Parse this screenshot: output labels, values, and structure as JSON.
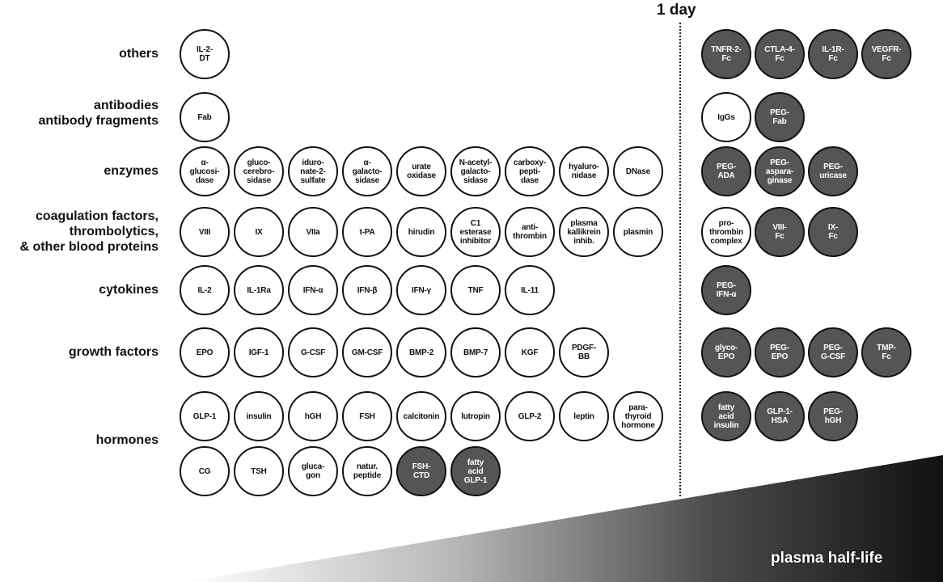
{
  "divider": {
    "label": "1 day"
  },
  "axis": {
    "label": "plasma half-life"
  },
  "colors": {
    "short_half_life_fill": "#ffffff",
    "extended_half_life_fill": "#555555",
    "outline": "#111111"
  },
  "rows": [
    {
      "label": "others",
      "left": [
        {
          "text": "IL-2-\nDT",
          "dark": false
        }
      ],
      "right": [
        {
          "text": "TNFR-2-\nFc",
          "dark": true
        },
        {
          "text": "CTLA-4-\nFc",
          "dark": true
        },
        {
          "text": "IL-1R-\nFc",
          "dark": true
        },
        {
          "text": "VEGFR-\nFc",
          "dark": true
        }
      ]
    },
    {
      "label": "antibodies\nantibody fragments",
      "left": [
        {
          "text": "Fab",
          "dark": false
        }
      ],
      "right": [
        {
          "text": "IgGs",
          "dark": false
        },
        {
          "text": "PEG-\nFab",
          "dark": true
        }
      ]
    },
    {
      "label": "enzymes",
      "left": [
        {
          "text": "α-\nglucosi-\ndase",
          "dark": false
        },
        {
          "text": "gluco-\ncerebro-\nsidase",
          "dark": false
        },
        {
          "text": "iduro-\nnate-2-\nsulfate",
          "dark": false
        },
        {
          "text": "α-\ngalacto-\nsidase",
          "dark": false
        },
        {
          "text": "urate\noxidase",
          "dark": false
        },
        {
          "text": "N-acetyl-\ngalacto-\nsidase",
          "dark": false
        },
        {
          "text": "carboxy-\npepti-\ndase",
          "dark": false
        },
        {
          "text": "hyaluro-\nnidase",
          "dark": false
        },
        {
          "text": "DNase",
          "dark": false
        }
      ],
      "right": [
        {
          "text": "PEG-\nADA",
          "dark": true
        },
        {
          "text": "PEG-\naspara-\nginase",
          "dark": true
        },
        {
          "text": "PEG-\nuricase",
          "dark": true
        }
      ]
    },
    {
      "label": "coagulation factors,\nthrombolytics,\n& other blood proteins",
      "left": [
        {
          "text": "VIII",
          "dark": false
        },
        {
          "text": "IX",
          "dark": false
        },
        {
          "text": "VIIa",
          "dark": false
        },
        {
          "text": "t-PA",
          "dark": false
        },
        {
          "text": "hirudin",
          "dark": false
        },
        {
          "text": "C1\nesterase\ninhibitor",
          "dark": false
        },
        {
          "text": "anti-\nthrombin",
          "dark": false
        },
        {
          "text": "plasma\nkallikrein\ninhib.",
          "dark": false
        },
        {
          "text": "plasmin",
          "dark": false
        }
      ],
      "right": [
        {
          "text": "pro-\nthrombin\ncomplex",
          "dark": false
        },
        {
          "text": "VIII-\nFc",
          "dark": true
        },
        {
          "text": "IX-\nFc",
          "dark": true
        }
      ]
    },
    {
      "label": "cytokines",
      "left": [
        {
          "text": "IL-2",
          "dark": false
        },
        {
          "text": "IL-1Ra",
          "dark": false
        },
        {
          "text": "IFN-α",
          "dark": false
        },
        {
          "text": "IFN-β",
          "dark": false
        },
        {
          "text": "IFN-γ",
          "dark": false
        },
        {
          "text": "TNF",
          "dark": false
        },
        {
          "text": "IL-11",
          "dark": false
        }
      ],
      "right": [
        {
          "text": "PEG-\nIFN-α",
          "dark": true
        }
      ]
    },
    {
      "label": "growth factors",
      "left": [
        {
          "text": "EPO",
          "dark": false
        },
        {
          "text": "IGF-1",
          "dark": false
        },
        {
          "text": "G-CSF",
          "dark": false
        },
        {
          "text": "GM-CSF",
          "dark": false
        },
        {
          "text": "BMP-2",
          "dark": false
        },
        {
          "text": "BMP-7",
          "dark": false
        },
        {
          "text": "KGF",
          "dark": false
        },
        {
          "text": "PDGF-\nBB",
          "dark": false
        }
      ],
      "right": [
        {
          "text": "glyco-\nEPO",
          "dark": true
        },
        {
          "text": "PEG-\nEPO",
          "dark": true
        },
        {
          "text": "PEG-\nG-CSF",
          "dark": true
        },
        {
          "text": "TMP-\nFc",
          "dark": true
        }
      ]
    },
    {
      "label": "hormones",
      "left": [
        {
          "text": "GLP-1",
          "dark": false
        },
        {
          "text": "insulin",
          "dark": false
        },
        {
          "text": "hGH",
          "dark": false
        },
        {
          "text": "FSH",
          "dark": false
        },
        {
          "text": "calcitonin",
          "dark": false
        },
        {
          "text": "lutropin",
          "dark": false
        },
        {
          "text": "GLP-2",
          "dark": false
        },
        {
          "text": "leptin",
          "dark": false
        },
        {
          "text": "para-\nthyroid\nhormone",
          "dark": false
        }
      ],
      "left_row2": [
        {
          "text": "CG",
          "dark": false
        },
        {
          "text": "TSH",
          "dark": false
        },
        {
          "text": "gluca-\ngon",
          "dark": false
        },
        {
          "text": "natur.\npeptide",
          "dark": false
        },
        {
          "text": "FSH-\nCTD",
          "dark": true
        },
        {
          "text": "fatty\nacid\nGLP-1",
          "dark": true
        }
      ],
      "right": [
        {
          "text": "fatty\nacid\ninsulin",
          "dark": true
        },
        {
          "text": "GLP-1-\nHSA",
          "dark": true
        },
        {
          "text": "PEG-\nhGH",
          "dark": true
        }
      ]
    }
  ]
}
